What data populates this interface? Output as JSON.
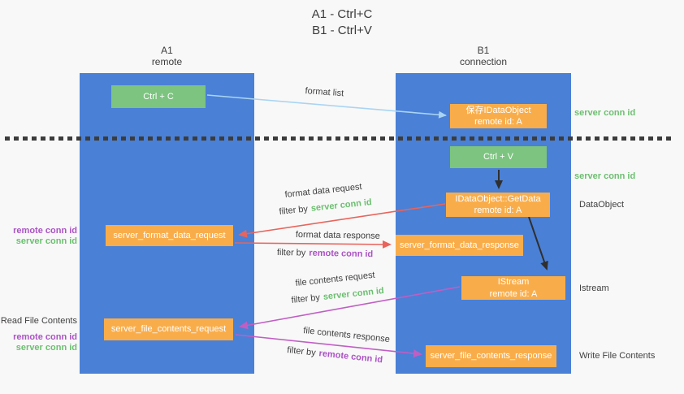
{
  "title": {
    "line1": "A1 - Ctrl+C",
    "line2": "B1 - Ctrl+V"
  },
  "columns": {
    "left": {
      "name": "A1",
      "role": "remote"
    },
    "right": {
      "name": "B1",
      "role": "connection"
    }
  },
  "nodes": {
    "ctrl_c": {
      "label": "Ctrl + C"
    },
    "save_idataobject": {
      "line1": "保存IDataObject",
      "line2": "remote id: A"
    },
    "ctrl_v": {
      "label": "Ctrl + V"
    },
    "getdata": {
      "line1": "IDataObject::GetData",
      "line2": "remote id: A"
    },
    "format_request": {
      "label": "server_format_data_request"
    },
    "format_response": {
      "label": "server_format_data_response"
    },
    "istream": {
      "line1": "IStream",
      "line2": "remote id: A"
    },
    "file_request": {
      "label": "server_file_contents_request"
    },
    "file_response": {
      "label": "server_file_contents_response"
    }
  },
  "edge_labels": {
    "format_list": "format list",
    "format_data_request": "format data request",
    "format_data_response": "format data response",
    "file_contents_request": "file contents request",
    "file_contents_response": "file contents response",
    "filter_by": "filter by",
    "server_conn_id": "server conn id",
    "remote_conn_id": "remote conn id"
  },
  "side_labels": {
    "server_conn_id_right_top": "server conn id",
    "server_conn_id_right_mid": "server conn id",
    "dataobject": "DataObject",
    "istream": "Istream",
    "write_file_contents": "Write File Contents",
    "read_file_contents": "Read File Contents",
    "remote_conn_id_left_top": "remote conn id",
    "server_conn_id_left_top": "server conn id",
    "remote_conn_id_left_bottom": "remote conn id",
    "server_conn_id_left_bottom": "server conn id"
  },
  "colors": {
    "background": "#f8f8f8",
    "column_blue": "#4a80d6",
    "node_green": "#7cc47f",
    "node_orange": "#f9ad4a",
    "arrow_light_blue": "#a9d4f2",
    "arrow_red": "#e8645c",
    "arrow_magenta": "#c05ec4",
    "arrow_black": "#2f2f2f",
    "text_green": "#6cbf70",
    "text_purple": "#ab53c4",
    "text_dark": "#3f3f3f"
  }
}
